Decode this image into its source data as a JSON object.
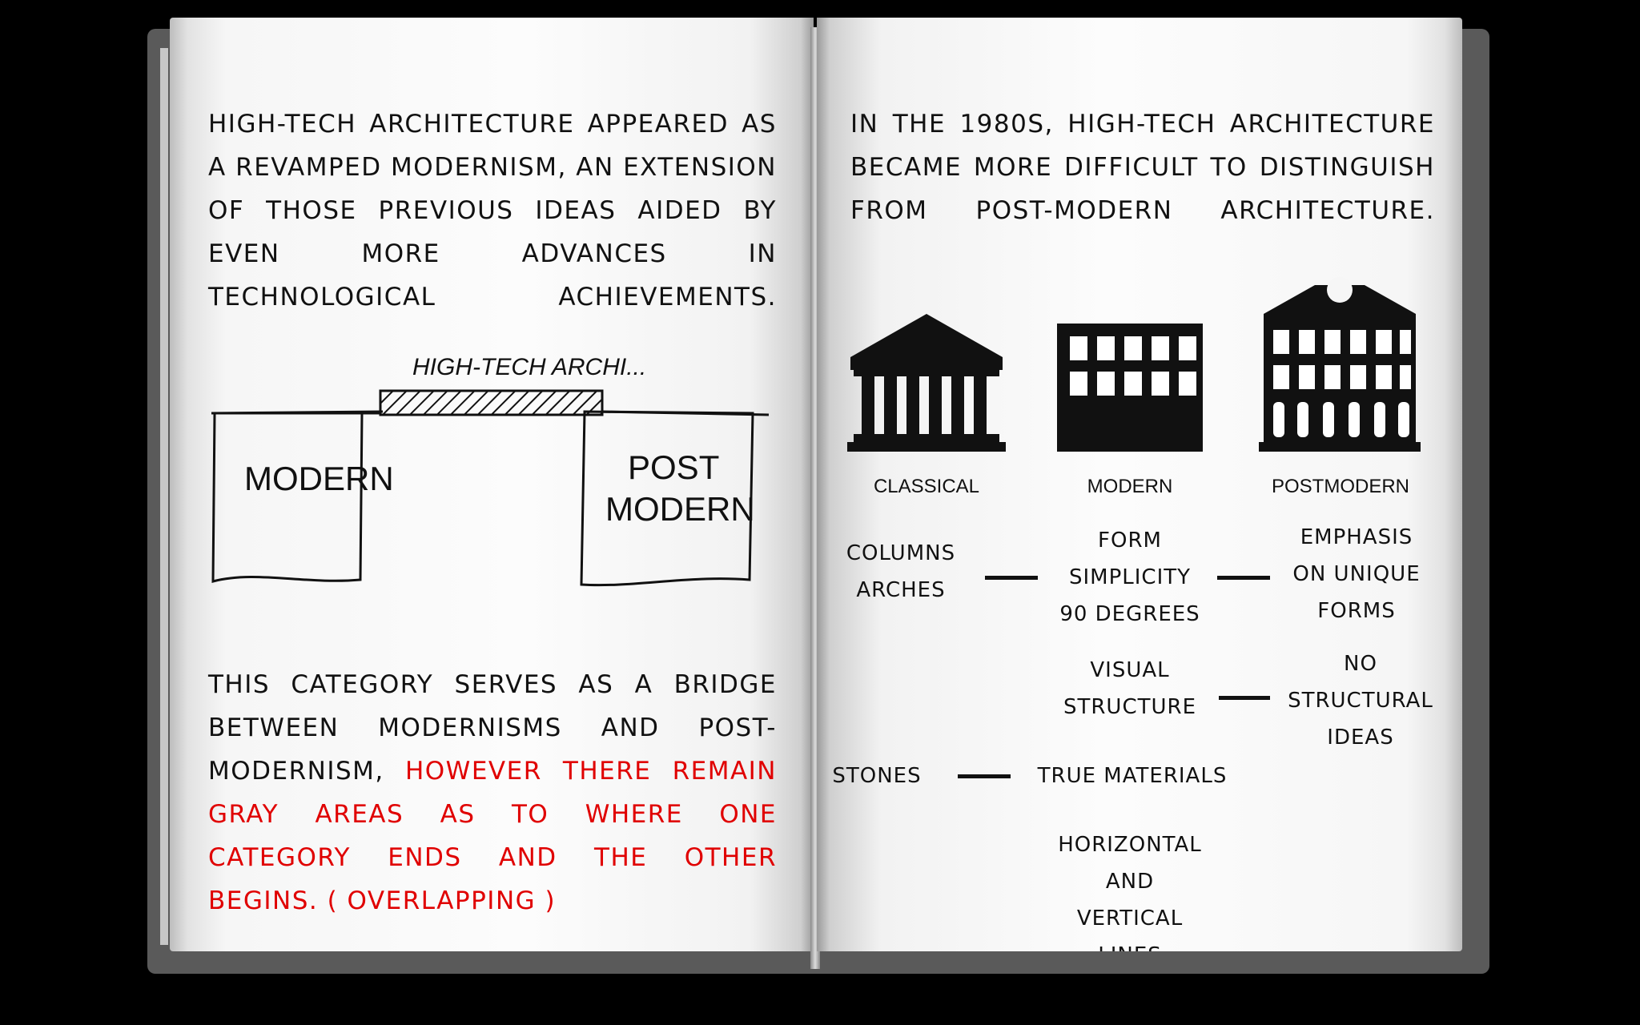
{
  "left_page": {
    "intro_text": "HIGH-TECH ARCHITECTURE APPEARED AS A REVAMPED MODERNISM, AN EXTENSION OF THOSE PREVIOUS IDEAS AIDED BY EVEN MORE ADVANCES IN TECHNOLOGICAL ACHIEVEMENTS.",
    "sketch": {
      "bridge_label": "HIGH-TECH ARCHI...",
      "left_box_label": "MODERN",
      "right_box_label_line1": "POST",
      "right_box_label_line2": "MODERN"
    },
    "bridge_text_black": " THIS CATEGORY SERVES AS A BRIDGE BETWEEN MODERNISMS AND POST-MODERNISM,",
    "bridge_text_red": "HOWEVER THERE REMAIN GRAY AREAS AS TO WHERE ONE CATEGORY ENDS AND THE OTHER BEGINS. ( OVERLAPPING )",
    "colors": {
      "text": "#111111",
      "highlight": "#e00000"
    }
  },
  "right_page": {
    "intro_text": "IN THE 1980S, HIGH-TECH ARCHITECTURE BECAME MORE DIFFICULT TO DISTINGUISH FROM POST-MODERN ARCHITECTURE.",
    "buildings": [
      {
        "label": "CLASSICAL",
        "icon": "classical-building-icon"
      },
      {
        "label": "MODERN",
        "icon": "modern-building-icon"
      },
      {
        "label": "POSTMODERN",
        "icon": "postmodern-building-icon"
      }
    ],
    "comparisons": {
      "row1": {
        "classical_l1": "COLUMNS",
        "classical_l2": "ARCHES",
        "modern_l1": "FORM",
        "modern_l2": "SIMPLICITY",
        "modern_l3": "90 DEGREES",
        "post_l1": "EMPHASIS",
        "post_l2": "ON UNIQUE",
        "post_l3": "FORMS"
      },
      "row2": {
        "modern_l1": "VISUAL",
        "modern_l2": "STRUCTURE",
        "post_l1": "NO",
        "post_l2": "STRUCTURAL",
        "post_l3": "IDEAS"
      },
      "row3": {
        "classical": "STONES",
        "modern": "TRUE MATERIALS"
      },
      "row4": {
        "l1": "HORIZONTAL",
        "l2": "AND",
        "l3": "VERTICAL",
        "l4": "LINES"
      }
    }
  }
}
